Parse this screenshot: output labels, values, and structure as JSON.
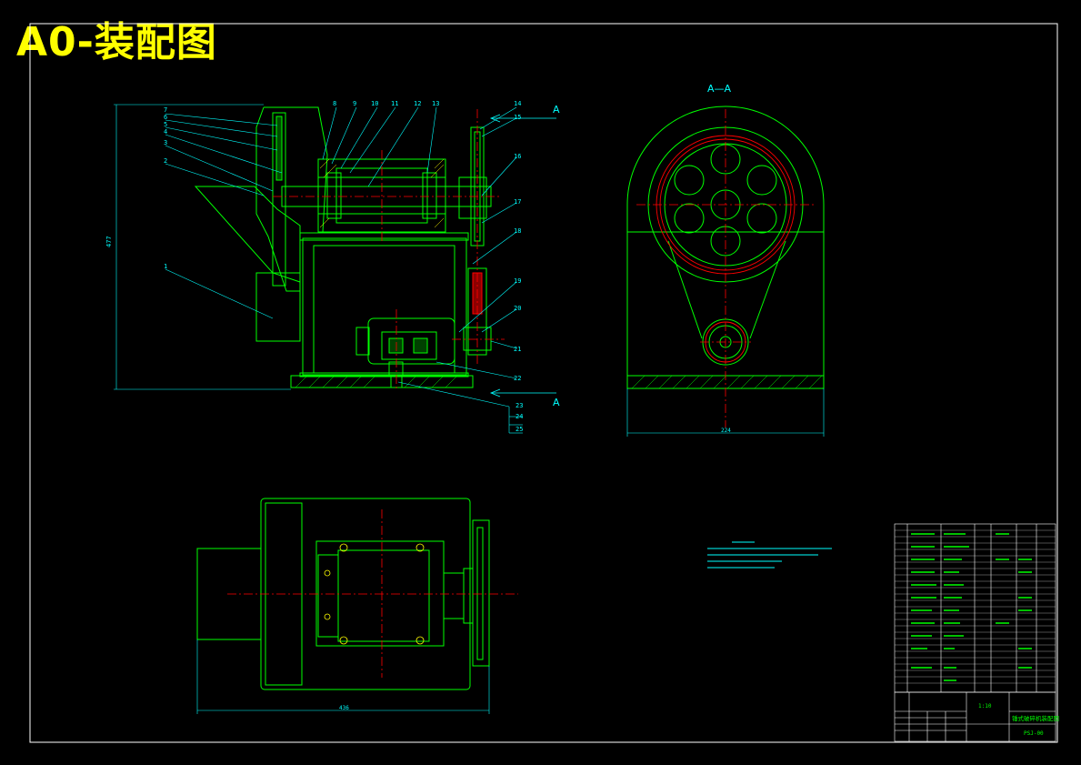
{
  "title": "A0-装配图",
  "section_mark": "A—A",
  "section_letter": "A",
  "dim_height": "477",
  "dim_width_side": "224",
  "dim_width_plan": "436",
  "part_numbers": [
    "1",
    "2",
    "3",
    "4",
    "5",
    "6",
    "7",
    "8",
    "9",
    "10",
    "11",
    "12",
    "13",
    "14",
    "15",
    "16",
    "17",
    "18",
    "19",
    "20",
    "21",
    "22",
    "23",
    "24",
    "25"
  ],
  "title_block": {
    "drawing_name": "锤式破碎机装配图",
    "drawing_number": "PSJ-00",
    "scale": "1:10"
  },
  "colors": {
    "outline": "#00ff00",
    "center": "#ff0000",
    "leader": "#00ffff",
    "title": "#ffff00",
    "frame": "#ffffff"
  }
}
